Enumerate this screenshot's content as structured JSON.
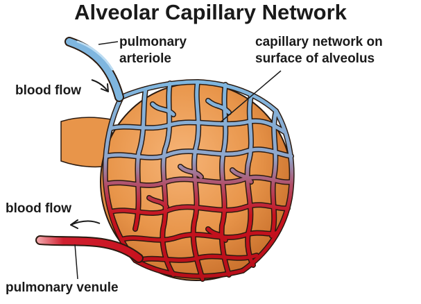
{
  "title": "Alveolar Capillary Network",
  "labels": {
    "pulmonary_arteriole_line1": "pulmonary",
    "pulmonary_arteriole_line2": "arteriole",
    "capillary_network_line1": "capillary network on",
    "capillary_network_line2": "surface of alveolus",
    "blood_flow_top": "blood flow",
    "blood_flow_bottom": "blood flow",
    "pulmonary_venule": "pulmonary venule"
  },
  "colors": {
    "alveolus": "#e8954a",
    "arterial_vessel": "#7fb6df",
    "venous_vessel": "#c8121e",
    "outline": "#2a1a10"
  }
}
